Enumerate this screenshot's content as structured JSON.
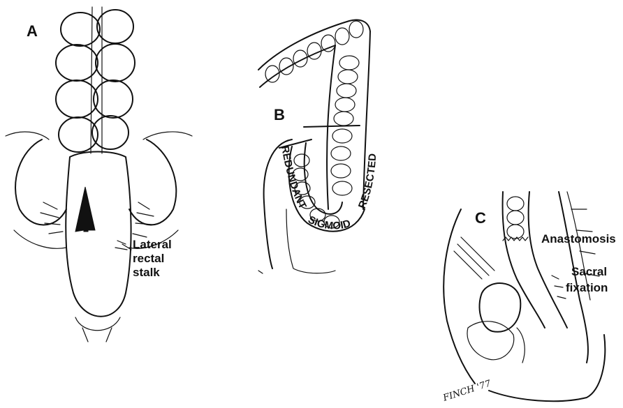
{
  "panels": {
    "a": {
      "letter": "A",
      "callout": [
        "Lateral",
        "rectal",
        "stalk"
      ]
    },
    "b": {
      "letter": "B",
      "limb_left": "REDUNDANT",
      "limb_bottom": "SIGMOID",
      "limb_right": "RESECTED"
    },
    "c": {
      "letter": "C",
      "anastomosis": "Anastomosis",
      "fixation": [
        "Sacral",
        "fixation"
      ]
    }
  },
  "signature": "FINCH '77"
}
